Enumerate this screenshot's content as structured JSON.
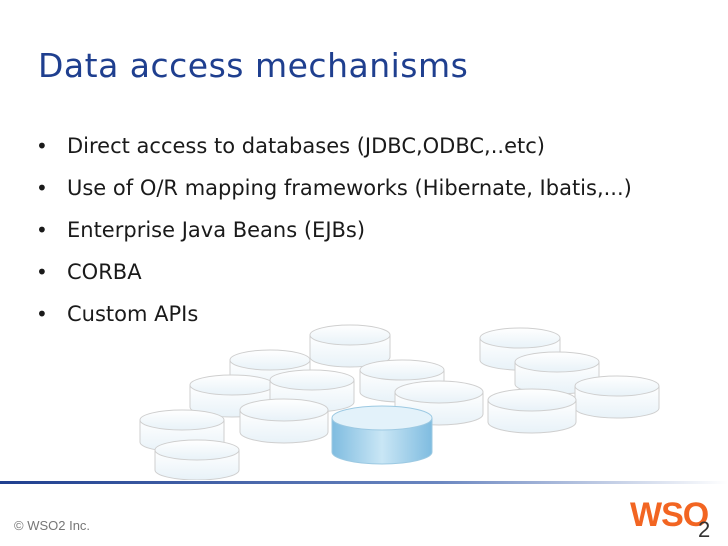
{
  "slide": {
    "title": "Data access mechanisms",
    "bullets": [
      {
        "text": "Direct access to databases (JDBC,ODBC,..etc)"
      },
      {
        "text": "Use of O/R mapping frameworks (Hibernate, Ibatis,...)"
      },
      {
        "text": "Enterprise Java Beans (EJBs)"
      },
      {
        "text": "CORBA"
      },
      {
        "text": "Custom APIs"
      }
    ],
    "bullet_glyph": "•"
  },
  "footer": {
    "copyright": "© WSO2 Inc.",
    "logo_main": "WSO",
    "logo_sub": "2"
  },
  "colors": {
    "title": "#1f3f8f",
    "logo": "#f26522",
    "db_fill": "#b9dcef",
    "db_stroke": "#c7c7c7"
  }
}
